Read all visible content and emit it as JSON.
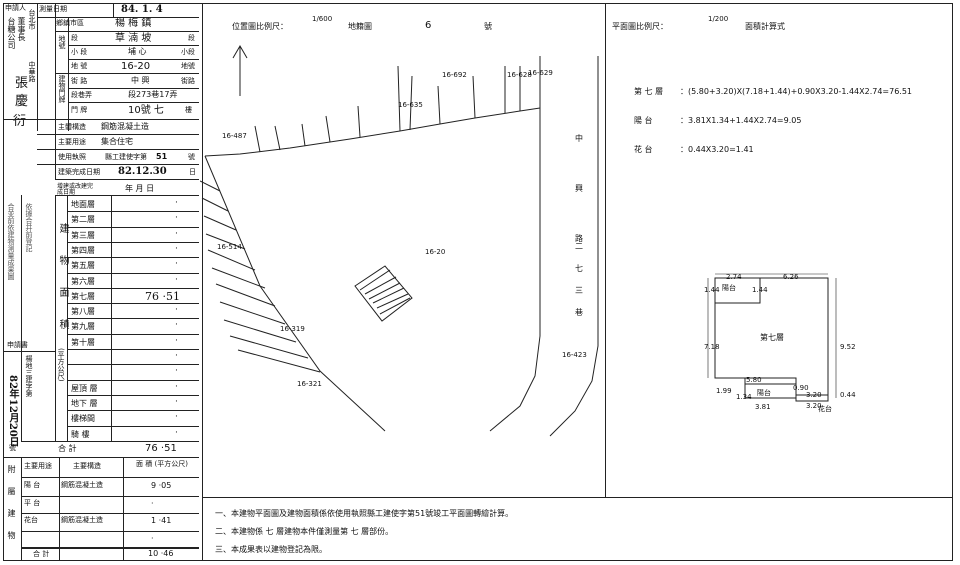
{
  "applicant": {
    "title": "申請人",
    "entries": [
      "台糖公司",
      "董事長",
      "張",
      "慶",
      "衍",
      "台北市",
      "中華路"
    ]
  },
  "header": {
    "survey_date_label": "測量日期",
    "survey_date_value": "84. 1. 4",
    "township_label": "鄉鎮市區",
    "township_value": "楊 梅 鎮",
    "location_label": "地號",
    "section_label": "段",
    "section_value": "草 湳 坡",
    "section_suffix": "段",
    "subsection_label": "小 段",
    "subsection_value": "埔 心",
    "subsection_suffix": "小段",
    "lot_label": "地 號",
    "lot_value": "16-20",
    "lot_suffix": "地號",
    "address_label": "建物門牌",
    "road_label": "街 路",
    "road_value": "中 興",
    "road_suffix": "街路",
    "lane_label": "段巷弄",
    "lane_value": "段273巷17弄",
    "number_label": "門 牌",
    "number_value": "10號 七",
    "number_suffix": "樓",
    "structure_label": "主體構造",
    "structure_value": "鋼筋混凝土造",
    "use_label": "主要用途",
    "use_value": "集合住宅",
    "permit_label": "使用執照",
    "permit_value": "縣工建使字第",
    "permit_number": "51",
    "permit_suffix": "號",
    "completion_label": "建築完成日期",
    "completion_value": "82.12.30",
    "completion_suffix": "日",
    "change_label": "增建或改建完成日期",
    "change_value": "年    月    日"
  },
  "area_table": {
    "section_label": "建物面積",
    "unit_label": "(平方公尺)",
    "side_notes": [
      "合並前依建物測量成果圖",
      "依據合并前登記"
    ],
    "applicant_book_label": "申請書",
    "applicant_book_note": "楊地三建字第",
    "applicant_book_number": "82年12月20日",
    "rows": [
      {
        "floor": "地面層",
        "value": "·"
      },
      {
        "floor": "第二層",
        "value": "·"
      },
      {
        "floor": "第三層",
        "value": "·"
      },
      {
        "floor": "第四層",
        "value": "·"
      },
      {
        "floor": "第五層",
        "value": "·"
      },
      {
        "floor": "第六層",
        "value": "·"
      },
      {
        "floor": "第七層",
        "value": "76 ·51"
      },
      {
        "floor": "第八層",
        "value": "·"
      },
      {
        "floor": "第九層",
        "value": "·"
      },
      {
        "floor": "第十層",
        "value": "·"
      },
      {
        "floor": "",
        "value": "·"
      },
      {
        "floor": "",
        "value": "·"
      },
      {
        "floor": "屋頂 層",
        "value": "·"
      },
      {
        "floor": "地下 層",
        "value": "·"
      },
      {
        "floor": "樓梯間",
        "value": "·"
      },
      {
        "floor": "騎 樓",
        "value": "·"
      }
    ],
    "total_label": "合  計",
    "total_value": "76 ·51",
    "number_prefix": "號"
  },
  "annex": {
    "side_label": "附屬建物",
    "use_header": "主要用途",
    "structure_header": "主要構造",
    "area_header": "面 積 (平方公尺)",
    "rows": [
      {
        "use": "陽 台",
        "structure": "鋼筋混凝土造",
        "value": "9 ·05"
      },
      {
        "use": "平 台",
        "structure": "",
        "value": "·"
      },
      {
        "use": "花台",
        "structure": "鋼筋混凝土造",
        "value": "1 ·41"
      },
      {
        "use": "",
        "structure": "",
        "value": "·"
      }
    ],
    "total_label": "合 計",
    "total_value": "10 ·46"
  },
  "location_map": {
    "scale_label": "位置圖比例尺：",
    "scale_value": "1/600",
    "map_label": "地籍圖",
    "map_number": "6",
    "map_suffix": "號",
    "road_name": [
      "中",
      "興",
      "路",
      "二",
      "七",
      "三",
      "巷"
    ],
    "parcel_main": "16-20",
    "parcels": [
      "16-487",
      "16-692",
      "16-628",
      "16-629",
      "16-635",
      "16-514",
      "16-319",
      "16-321",
      "16-423"
    ]
  },
  "floor_plan": {
    "scale_label": "平面圖比例尺：",
    "scale_value": "1/200",
    "calc_label": "面積計算式",
    "formulas": [
      {
        "name": "第 七 層",
        "expr": "：(5.80+3.20)X(7.18+1.44)+0.90X3.20-1.44X2.74=76.51"
      },
      {
        "name": "陽  台",
        "expr": "：3.81X1.34+1.44X2.74=9.05"
      },
      {
        "name": "花  台",
        "expr": "：0.44X3.20=1.41"
      }
    ],
    "room_label": "第七層",
    "balcony_label": "陽台",
    "balcony_label2": "陽台",
    "flower_label": "花台",
    "dims": [
      "2.74",
      "6.26",
      "1.44",
      "1.44",
      "7.18",
      "9.52",
      "5.80",
      "1.99",
      "0.90",
      "3.20",
      "1.34",
      "3.81",
      "3.20",
      "0.44"
    ]
  },
  "notes": [
    "一、本建物平面圖及建物面積係依使用執照縣工建使字第51號竣工平面圖轉繪計算。",
    "二、本建物係 七 層建物本件僅測量第 七 層部份。",
    "三、本成果表以建物登記為限。"
  ]
}
